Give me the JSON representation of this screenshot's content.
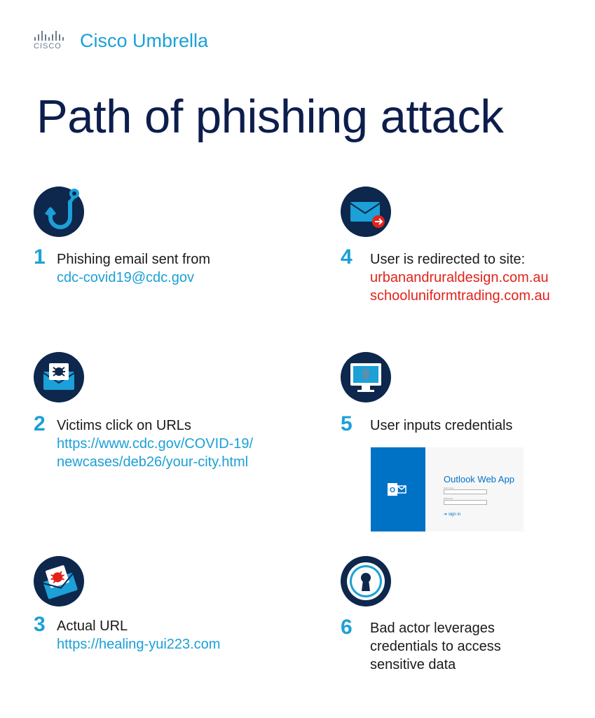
{
  "brand": {
    "cisco": "CISCO",
    "product": "Cisco Umbrella"
  },
  "title": "Path of phishing attack",
  "steps": [
    {
      "number": "1",
      "line1": "Phishing email sent from",
      "link": "cdc-covid19@cdc.gov",
      "icon": "fishing-hook-icon"
    },
    {
      "number": "2",
      "line1": "Victims click on URLs",
      "link1": "https://www.cdc.gov/COVID-19/",
      "link2": "newcases/deb26/your-city.html",
      "icon": "envelope-bug-icon"
    },
    {
      "number": "3",
      "line1": "Actual URL",
      "link": "https://healing-yui223.com",
      "icon": "envelope-virus-icon"
    },
    {
      "number": "4",
      "line1": "User is redirected to site:",
      "site1": "urbanandruraldesign.com.au",
      "site2": "schooluniformtrading.com.au",
      "icon": "envelope-redirect-icon"
    },
    {
      "number": "5",
      "line1": "User inputs credentials",
      "icon": "monitor-skull-icon"
    },
    {
      "number": "6",
      "line1": "Bad actor leverages",
      "line2": "credentials to access",
      "line3": "sensitive data",
      "icon": "keyhole-icon"
    }
  ],
  "owa": {
    "title": "Outlook Web App",
    "username_label": "User name",
    "password_label": "Password",
    "sign_in": "sign in"
  },
  "colors": {
    "navy": "#0d274d",
    "title": "#0d1e4d",
    "accent": "#1ba0d7",
    "red": "#e2231a",
    "owa_blue": "#0072c6"
  }
}
